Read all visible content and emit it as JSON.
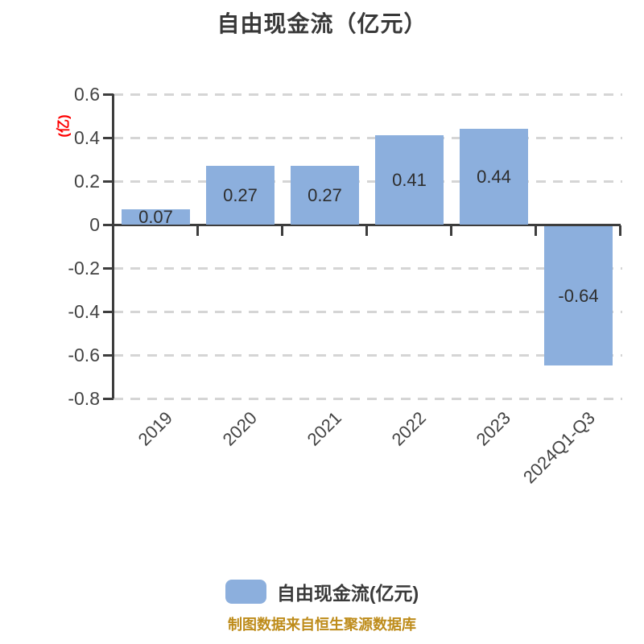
{
  "title": "自由现金流（亿元）",
  "y_axis": {
    "unit_label": "(亿)",
    "unit_color": "#fe0000",
    "tick_labels": [
      "0.6",
      "0.4",
      "0.2",
      "0",
      "-0.2",
      "-0.4",
      "-0.6",
      "-0.8"
    ]
  },
  "legend": {
    "label": "自由现金流(亿元)",
    "swatch_color": "#8CAFDD"
  },
  "source_note": {
    "text": "制图数据来自恒生聚源数据库",
    "color": "#BE8C1B"
  },
  "chart_data": {
    "type": "bar",
    "title": "自由现金流（亿元）",
    "categories": [
      "2019",
      "2020",
      "2021",
      "2022",
      "2023",
      "2024Q1-Q3"
    ],
    "series": [
      {
        "name": "自由现金流(亿元)",
        "values": [
          0.07,
          0.27,
          0.27,
          0.41,
          0.44,
          -0.64
        ]
      }
    ],
    "value_labels": [
      "0.07",
      "0.27",
      "0.27",
      "0.41",
      "0.44",
      "-0.64"
    ],
    "bar_color": "#8CAFDD",
    "value_label_position": "inside-center",
    "ylabel": "(亿)",
    "yticks": [
      0.6,
      0.4,
      0.2,
      0,
      -0.2,
      -0.4,
      -0.6,
      -0.8
    ],
    "ylim": [
      -0.8,
      0.6
    ],
    "grid": "dashed-horizontal",
    "x_label_rotation": 45,
    "legend_position": "bottom"
  }
}
